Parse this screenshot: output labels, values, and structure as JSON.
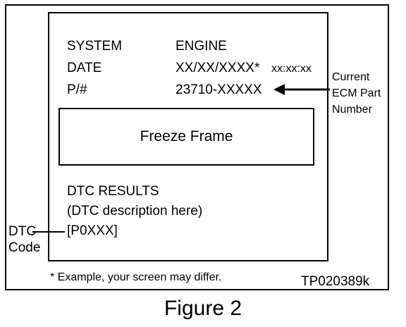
{
  "screen": {
    "rows": [
      {
        "label": "SYSTEM",
        "value": "ENGINE",
        "suffix": ""
      },
      {
        "label": "DATE",
        "value": "XX/XX/XXXX*",
        "suffix": "xx:xx:xx"
      },
      {
        "label": "P/#",
        "value": "23710-XXXXX",
        "suffix": ""
      }
    ],
    "freeze_frame_label": "Freeze Frame",
    "dtc_results_label": "DTC RESULTS",
    "dtc_description": "(DTC description here)",
    "dtc_code": "[P0XXX]"
  },
  "callouts": {
    "ecm_part_line1": "Current",
    "ecm_part_line2": "ECM Part",
    "ecm_part_line3": "Number",
    "dtc_code_line1": "DTC",
    "dtc_code_line2": "Code"
  },
  "footnote": "* Example, your screen may differ.",
  "figure_id": "TP020389k",
  "caption": "Figure 2"
}
